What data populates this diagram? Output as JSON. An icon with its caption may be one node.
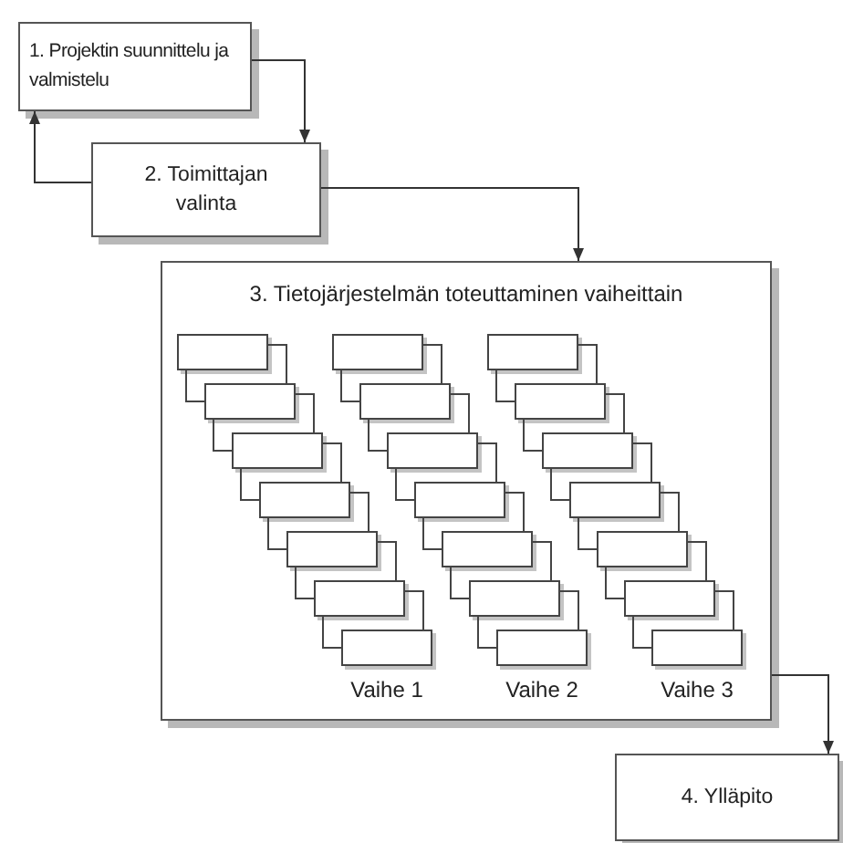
{
  "diagram": {
    "nodes": [
      {
        "text": [
          "1. Projektin suunnittelu ja valmistelu"
        ]
      },
      {
        "text": [
          "2. Toimittajan valinta"
        ]
      },
      {
        "text": [
          "3. Tietojärjestelmän toteuttaminen vaiheittain"
        ]
      },
      {
        "text": [],
        "shape": "box",
        "in": 2
      },
      {
        "text": [],
        "shape": "box",
        "in": 2
      },
      {
        "text": [],
        "shape": "box",
        "in": 2
      },
      {
        "text": [],
        "shape": "box",
        "in": 2
      },
      {
        "text": [],
        "shape": "box",
        "in": 2
      },
      {
        "text": [],
        "shape": "box",
        "in": 2
      },
      {
        "text": [],
        "shape": "box",
        "in": 2
      },
      {
        "text": [],
        "shape": "box",
        "in": 2
      },
      {
        "text": [],
        "shape": "box",
        "in": 2
      },
      {
        "text": [],
        "shape": "box",
        "in": 2
      },
      {
        "text": [],
        "shape": "box",
        "in": 2
      },
      {
        "text": [],
        "shape": "box",
        "in": 2
      },
      {
        "text": [],
        "shape": "box",
        "in": 2
      },
      {
        "text": [],
        "shape": "box",
        "in": 2
      },
      {
        "text": [],
        "shape": "box",
        "in": 2
      },
      {
        "text": [],
        "shape": "box",
        "in": 2
      },
      {
        "text": [],
        "shape": "box",
        "in": 2
      },
      {
        "text": [],
        "shape": "box",
        "in": 2
      },
      {
        "text": [],
        "shape": "box",
        "in": 2
      },
      {
        "text": [],
        "shape": "box",
        "in": 2
      },
      {
        "text": [],
        "shape": "box",
        "in": 2
      },
      {
        "text": [
          "4. Ylläpito"
        ]
      }
    ],
    "edges": [
      {
        "from": 0,
        "to": 1,
        "arrow": "to"
      },
      {
        "from": 1,
        "to": 0,
        "arrow": "to"
      },
      {
        "from": 1,
        "to": 2,
        "arrow": "to"
      },
      {
        "from": 2,
        "to": 24,
        "arrow": "to"
      },
      {
        "from": 3,
        "to": 4,
        "arrow": "none"
      },
      {
        "from": 3,
        "to": 4,
        "arrow": "none"
      },
      {
        "from": 4,
        "to": 5,
        "arrow": "none"
      },
      {
        "from": 4,
        "to": 5,
        "arrow": "none"
      },
      {
        "from": 5,
        "to": 6,
        "arrow": "none"
      },
      {
        "from": 5,
        "to": 6,
        "arrow": "none"
      },
      {
        "from": 6,
        "to": 7,
        "arrow": "none"
      },
      {
        "from": 6,
        "to": 7,
        "arrow": "none"
      },
      {
        "from": 7,
        "to": 8,
        "arrow": "none"
      },
      {
        "from": 7,
        "to": 8,
        "arrow": "none"
      },
      {
        "from": 8,
        "to": 9,
        "arrow": "none"
      },
      {
        "from": 8,
        "to": 9,
        "arrow": "none"
      },
      {
        "from": 10,
        "to": 11,
        "arrow": "none"
      },
      {
        "from": 10,
        "to": 11,
        "arrow": "none"
      },
      {
        "from": 11,
        "to": 12,
        "arrow": "none"
      },
      {
        "from": 11,
        "to": 12,
        "arrow": "none"
      },
      {
        "from": 12,
        "to": 13,
        "arrow": "none"
      },
      {
        "from": 12,
        "to": 13,
        "arrow": "none"
      },
      {
        "from": 13,
        "to": 14,
        "arrow": "none"
      },
      {
        "from": 13,
        "to": 14,
        "arrow": "none"
      },
      {
        "from": 14,
        "to": 15,
        "arrow": "none"
      },
      {
        "from": 14,
        "to": 15,
        "arrow": "none"
      },
      {
        "from": 15,
        "to": 16,
        "arrow": "none"
      },
      {
        "from": 15,
        "to": 16,
        "arrow": "none"
      },
      {
        "from": 17,
        "to": 18,
        "arrow": "none"
      },
      {
        "from": 17,
        "to": 18,
        "arrow": "none"
      },
      {
        "from": 18,
        "to": 19,
        "arrow": "none"
      },
      {
        "from": 18,
        "to": 19,
        "arrow": "none"
      },
      {
        "from": 19,
        "to": 20,
        "arrow": "none"
      },
      {
        "from": 19,
        "to": 20,
        "arrow": "none"
      },
      {
        "from": 20,
        "to": 21,
        "arrow": "none"
      },
      {
        "from": 20,
        "to": 21,
        "arrow": "none"
      },
      {
        "from": 21,
        "to": 22,
        "arrow": "none"
      },
      {
        "from": 21,
        "to": 22,
        "arrow": "none"
      },
      {
        "from": 22,
        "to": 23,
        "arrow": "none"
      },
      {
        "from": 22,
        "to": 23,
        "arrow": "none"
      }
    ],
    "labels": [
      "Vaihe 1",
      "Vaihe 2",
      "Vaihe 3"
    ]
  }
}
